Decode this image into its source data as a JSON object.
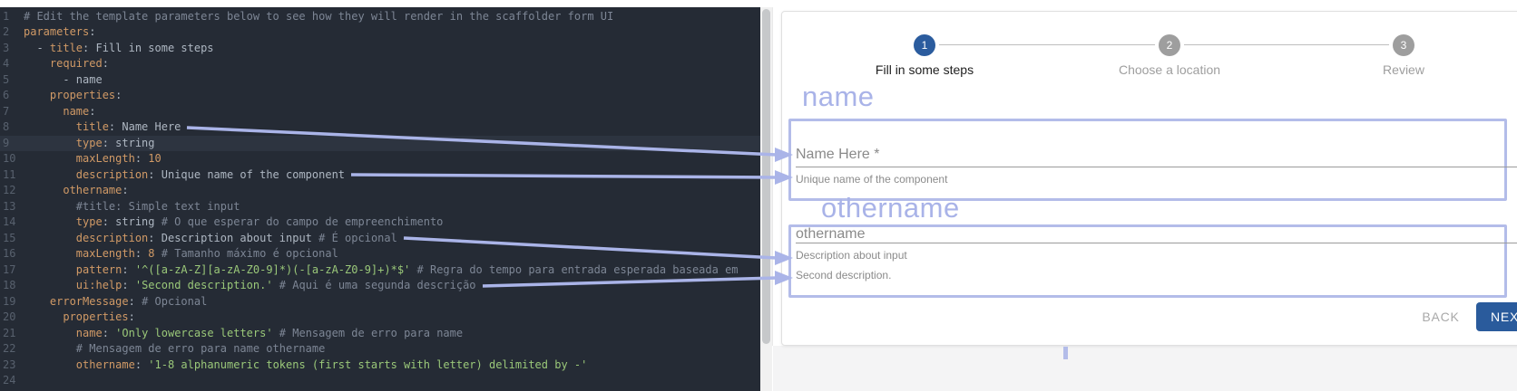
{
  "editor": {
    "active_line": 9,
    "lines": [
      {
        "n": 1,
        "tokens": [
          [
            "c",
            "# Edit the template parameters below to see how they will render in the scaffolder form UI"
          ]
        ]
      },
      {
        "n": 2,
        "tokens": [
          [
            "k",
            "parameters"
          ],
          [
            "p",
            ":"
          ]
        ]
      },
      {
        "n": 3,
        "tokens": [
          [
            "v",
            "  - "
          ],
          [
            "k",
            "title"
          ],
          [
            "p",
            ":"
          ],
          [
            "v",
            " Fill in some steps"
          ]
        ]
      },
      {
        "n": 4,
        "tokens": [
          [
            "v",
            "    "
          ],
          [
            "k",
            "required"
          ],
          [
            "p",
            ":"
          ]
        ]
      },
      {
        "n": 5,
        "tokens": [
          [
            "v",
            "      - name"
          ]
        ]
      },
      {
        "n": 6,
        "tokens": [
          [
            "v",
            "    "
          ],
          [
            "k",
            "properties"
          ],
          [
            "p",
            ":"
          ]
        ]
      },
      {
        "n": 7,
        "tokens": [
          [
            "v",
            "      "
          ],
          [
            "k",
            "name"
          ],
          [
            "p",
            ":"
          ]
        ]
      },
      {
        "n": 8,
        "tokens": [
          [
            "v",
            "        "
          ],
          [
            "k",
            "title"
          ],
          [
            "p",
            ":"
          ],
          [
            "v",
            " Name Here"
          ]
        ]
      },
      {
        "n": 9,
        "tokens": [
          [
            "v",
            "        "
          ],
          [
            "k",
            "type"
          ],
          [
            "p",
            ":"
          ],
          [
            "v",
            " string"
          ]
        ]
      },
      {
        "n": 10,
        "tokens": [
          [
            "v",
            "        "
          ],
          [
            "k",
            "maxLength"
          ],
          [
            "p",
            ":"
          ],
          [
            "v",
            " "
          ],
          [
            "n",
            "10"
          ]
        ]
      },
      {
        "n": 11,
        "tokens": [
          [
            "v",
            "        "
          ],
          [
            "k",
            "description"
          ],
          [
            "p",
            ":"
          ],
          [
            "v",
            " Unique name of the component"
          ]
        ]
      },
      {
        "n": 12,
        "tokens": [
          [
            "v",
            "      "
          ],
          [
            "k",
            "othername"
          ],
          [
            "p",
            ":"
          ]
        ]
      },
      {
        "n": 13,
        "tokens": [
          [
            "v",
            "        "
          ],
          [
            "c",
            "#title: Simple text input"
          ]
        ]
      },
      {
        "n": 14,
        "tokens": [
          [
            "v",
            "        "
          ],
          [
            "k",
            "type"
          ],
          [
            "p",
            ":"
          ],
          [
            "v",
            " string "
          ],
          [
            "c",
            "# O que esperar do campo de empreenchimento"
          ]
        ]
      },
      {
        "n": 15,
        "tokens": [
          [
            "v",
            "        "
          ],
          [
            "k",
            "description"
          ],
          [
            "p",
            ":"
          ],
          [
            "v",
            " Description about input "
          ],
          [
            "c",
            "# É opcional"
          ]
        ]
      },
      {
        "n": 16,
        "tokens": [
          [
            "v",
            "        "
          ],
          [
            "k",
            "maxLength"
          ],
          [
            "p",
            ":"
          ],
          [
            "v",
            " "
          ],
          [
            "n",
            "8"
          ],
          [
            "v",
            " "
          ],
          [
            "c",
            "# Tamanho máximo é opcional"
          ]
        ]
      },
      {
        "n": 17,
        "tokens": [
          [
            "v",
            "        "
          ],
          [
            "k",
            "pattern"
          ],
          [
            "p",
            ":"
          ],
          [
            "v",
            " "
          ],
          [
            "s",
            "'^([a-zA-Z][a-zA-Z0-9]*)(-[a-zA-Z0-9]+)*$'"
          ],
          [
            "v",
            " "
          ],
          [
            "c",
            "# Regra do tempo para entrada esperada baseada em"
          ]
        ]
      },
      {
        "n": 18,
        "tokens": [
          [
            "v",
            "        "
          ],
          [
            "k",
            "ui:help"
          ],
          [
            "p",
            ":"
          ],
          [
            "v",
            " "
          ],
          [
            "s",
            "'Second description.'"
          ],
          [
            "v",
            " "
          ],
          [
            "c",
            "# Aqui é uma segunda descrição"
          ]
        ]
      },
      {
        "n": 19,
        "tokens": [
          [
            "v",
            "    "
          ],
          [
            "k",
            "errorMessage"
          ],
          [
            "p",
            ":"
          ],
          [
            "v",
            " "
          ],
          [
            "c",
            "# Opcional"
          ]
        ]
      },
      {
        "n": 20,
        "tokens": [
          [
            "v",
            "      "
          ],
          [
            "k",
            "properties"
          ],
          [
            "p",
            ":"
          ]
        ]
      },
      {
        "n": 21,
        "tokens": [
          [
            "v",
            "        "
          ],
          [
            "k",
            "name"
          ],
          [
            "p",
            ":"
          ],
          [
            "v",
            " "
          ],
          [
            "s",
            "'Only lowercase letters'"
          ],
          [
            "v",
            " "
          ],
          [
            "c",
            "# Mensagem de erro para name"
          ]
        ]
      },
      {
        "n": 22,
        "tokens": [
          [
            "v",
            "        "
          ],
          [
            "c",
            "# Mensagem de erro para name othername"
          ]
        ]
      },
      {
        "n": 23,
        "tokens": [
          [
            "v",
            "        "
          ],
          [
            "k",
            "othername"
          ],
          [
            "p",
            ":"
          ],
          [
            "v",
            " "
          ],
          [
            "s",
            "'1-8 alphanumeric tokens (first starts with letter) delimited by -'"
          ]
        ]
      },
      {
        "n": 24,
        "tokens": []
      }
    ]
  },
  "stepper": {
    "steps": [
      {
        "num": "1",
        "label": "Fill in some steps",
        "state": "active"
      },
      {
        "num": "2",
        "label": "Choose a location",
        "state": "inactive"
      },
      {
        "num": "3",
        "label": "Review",
        "state": "inactive"
      }
    ]
  },
  "form": {
    "sections": [
      {
        "annotation": "name",
        "label": "Name Here *",
        "helpers": [
          "Unique name of the component"
        ]
      },
      {
        "annotation": "othername",
        "label": "othername",
        "helpers": [
          "Description about input",
          "Second description."
        ]
      }
    ],
    "buttons": {
      "back": "BACK",
      "next": "NEXT"
    }
  },
  "colors": {
    "editor_bg": "#252b35",
    "yaml_key": "#d19a66",
    "yaml_string": "#9ac879",
    "yaml_comment": "#7d8695",
    "annotation": "#a9b3e8",
    "step_active": "#2b5c9e",
    "next_button": "#2a5b9c"
  }
}
